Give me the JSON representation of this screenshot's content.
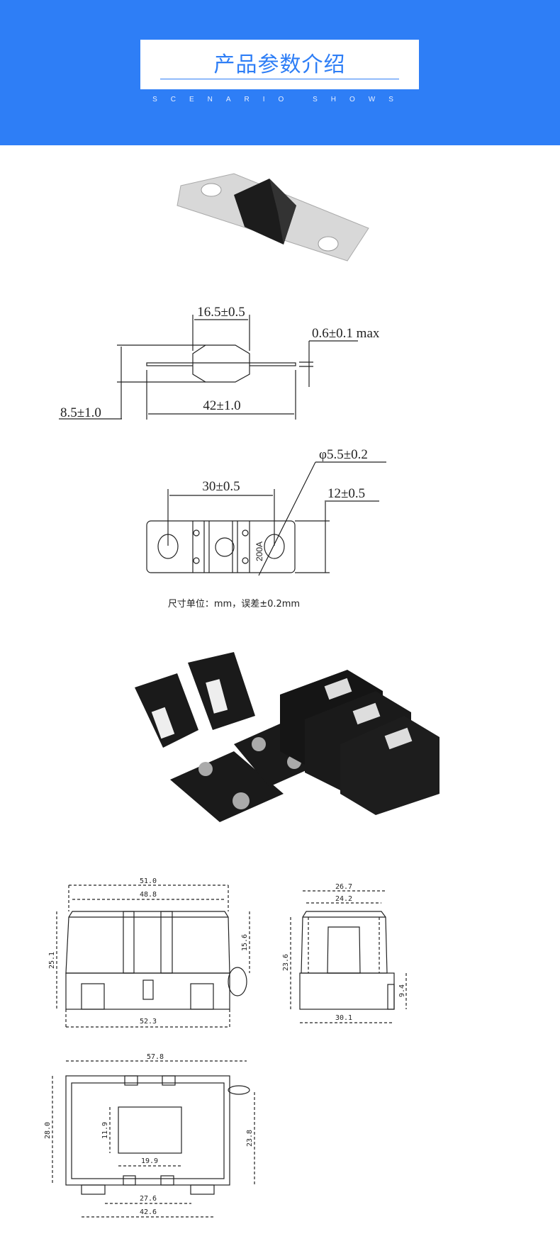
{
  "header": {
    "title": "产品参数介绍",
    "subtitle": "SCENARIO SHOWS",
    "color": "#2e7ef6"
  },
  "drawing1": {
    "body_width": "16.5±0.5",
    "thickness": "0.6±0.1 max",
    "height": "8.5±1.0",
    "length": "42±1.0"
  },
  "drawing2": {
    "hole": "φ5.5±0.2",
    "hole_spacing": "30±0.5",
    "width": "12±0.5",
    "rating": "200A"
  },
  "caption": "尺寸单位：mm，误差±0.2mm",
  "holder_front": {
    "top_outer": "51.0",
    "top_inner": "48.8",
    "height": "25.1",
    "upper": "15.6",
    "base": "52.3"
  },
  "holder_side": {
    "top_outer": "26.7",
    "top_inner": "24.2",
    "height": "23.6",
    "lower": "9.4",
    "base": "30.1"
  },
  "holder_top": {
    "length": "57.8",
    "width": "28.0",
    "win_h": "11.9",
    "win_w": "19.9",
    "inner_w": "23.8",
    "feet_inner": "27.6",
    "feet_outer": "42.6"
  }
}
